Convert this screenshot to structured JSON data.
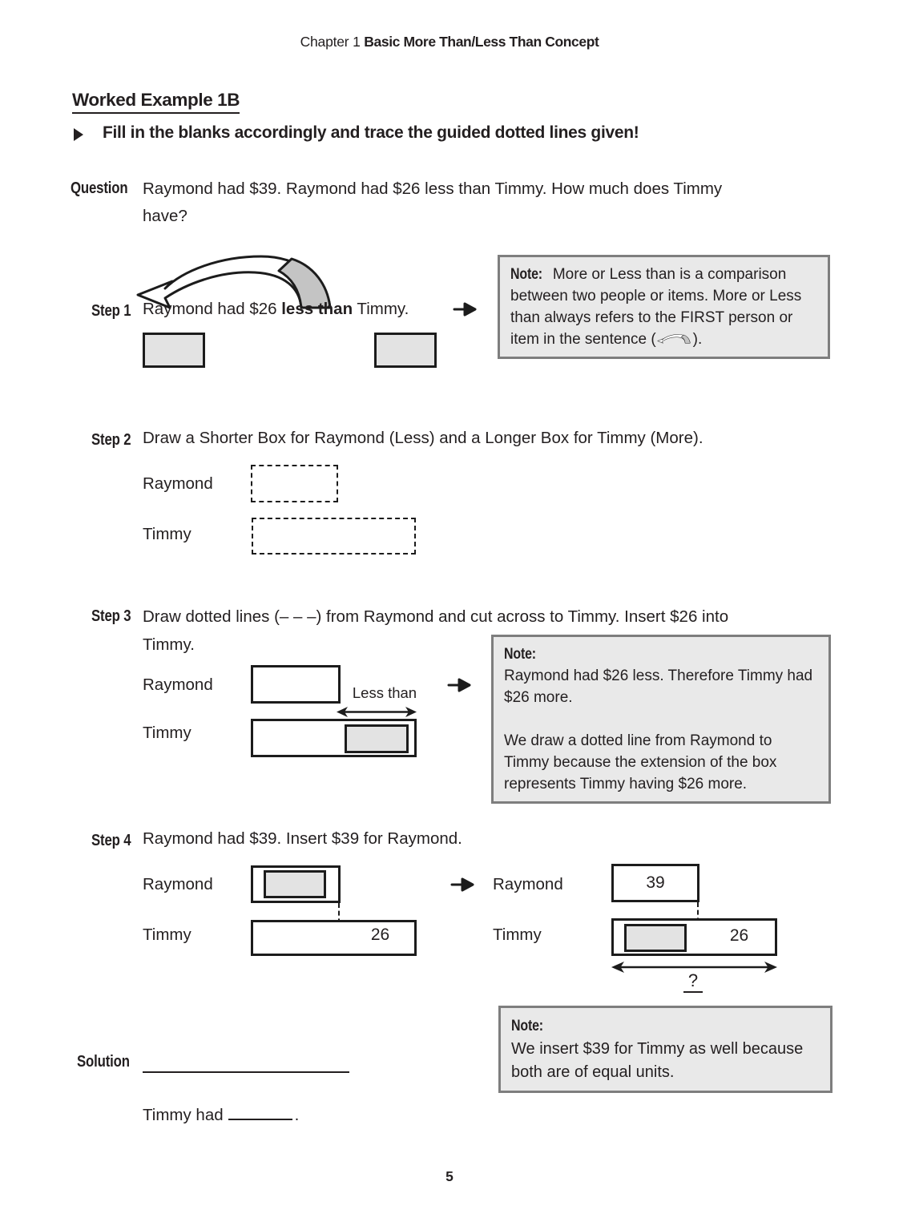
{
  "page": {
    "header_prefix": "Chapter 1 ",
    "header_title": "Basic More Than/Less Than Concept",
    "title": "Worked Example 1B",
    "instruction": "Fill in the blanks accordingly and trace the guided dotted lines given!",
    "page_number": "5"
  },
  "question": {
    "label": "Question",
    "lines": [
      "Raymond had $39. Raymond had $26 less than Timmy. How much does Timmy",
      "have?"
    ]
  },
  "step1": {
    "label": "Step 1",
    "text_pre": "Raymond had $26 ",
    "text_bold": "less than",
    "text_post": " Timmy."
  },
  "step2": {
    "label": "Step 2",
    "text": "Draw a Shorter Box for Raymond (Less) and a Longer Box for Timmy (More).",
    "raymond_label": "Raymond",
    "timmy_label": "Timmy"
  },
  "step3": {
    "label": "Step 3",
    "lines": [
      "Draw dotted lines (– – –) from Raymond and cut across to Timmy. Insert $26 into",
      "Timmy."
    ],
    "raymond_label": "Raymond",
    "timmy_label": "Timmy",
    "less_than_label": "Less than"
  },
  "step4": {
    "label": "Step 4",
    "text": "Raymond had $39. Insert $39 for Raymond.",
    "left": {
      "raymond_label": "Raymond",
      "timmy_label": "Timmy",
      "timmy_value": "26"
    },
    "right": {
      "raymond_label": "Raymond",
      "raymond_value": "39",
      "timmy_label": "Timmy",
      "timmy_value": "26",
      "total_mark": "?"
    }
  },
  "notes": {
    "note1": {
      "label": "Note:",
      "text": "More or Less than is a comparison between two people or items. More or Less than always refers to the FIRST person or item in the sentence (",
      "close": ")."
    },
    "note2": {
      "label": "Note:",
      "para1": "Raymond had $26 less. Therefore Timmy had $26 more.",
      "para2": "We draw a dotted line from Raymond to Timmy because the extension of the box represents Timmy having $26 more."
    },
    "note3": {
      "label": "Note:",
      "text": "We insert $39 for Timmy as well because both are of equal units."
    }
  },
  "solution": {
    "label": "Solution",
    "answer_prefix": "Timmy had",
    "answer_period": "."
  },
  "colors": {
    "note_bg": "#e9e9e9",
    "note_border": "#7e7e7e",
    "shaded_box": "#e3e3e3",
    "ink": "#231f20"
  }
}
